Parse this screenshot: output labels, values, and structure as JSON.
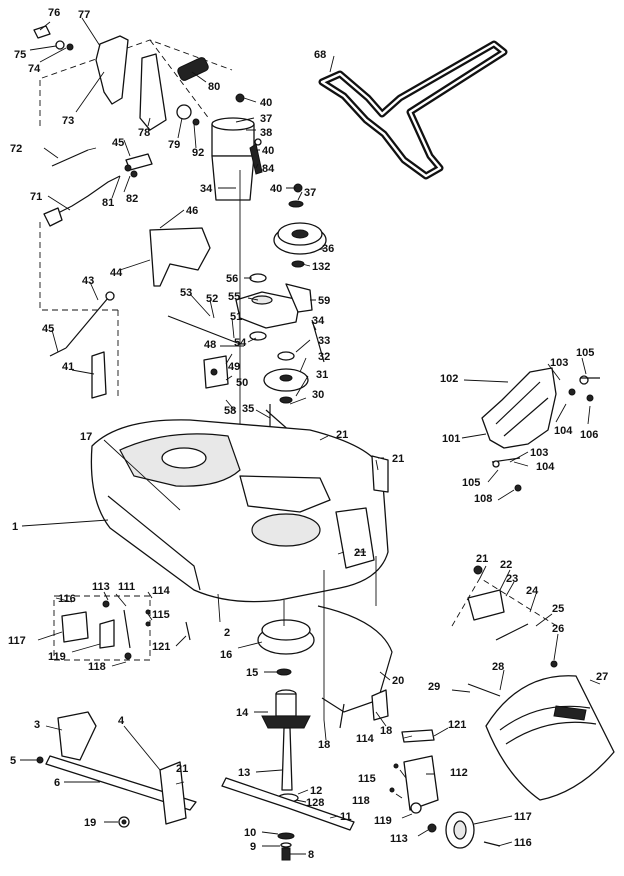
{
  "diagram": {
    "part_numbers": [
      "1",
      "2",
      "3",
      "4",
      "5",
      "6",
      "8",
      "9",
      "10",
      "11",
      "12",
      "13",
      "14",
      "15",
      "16",
      "17",
      "18",
      "19",
      "20",
      "21",
      "22",
      "23",
      "24",
      "25",
      "26",
      "27",
      "28",
      "29",
      "30",
      "31",
      "32",
      "33",
      "34",
      "35",
      "36",
      "37",
      "38",
      "40",
      "41",
      "43",
      "44",
      "45",
      "46",
      "48",
      "49",
      "50",
      "51",
      "52",
      "53",
      "54",
      "55",
      "56",
      "58",
      "59",
      "68",
      "71",
      "72",
      "73",
      "74",
      "75",
      "76",
      "77",
      "78",
      "79",
      "80",
      "81",
      "82",
      "84",
      "92",
      "101",
      "102",
      "103",
      "104",
      "105",
      "106",
      "108",
      "111",
      "112",
      "113",
      "114",
      "115",
      "116",
      "117",
      "118",
      "119",
      "121",
      "128",
      "132"
    ],
    "labels": [
      {
        "id": "76",
        "text": "76"
      },
      {
        "id": "77",
        "text": "77"
      },
      {
        "id": "75",
        "text": "75"
      },
      {
        "id": "74",
        "text": "74"
      },
      {
        "id": "73",
        "text": "73"
      },
      {
        "id": "78",
        "text": "78"
      },
      {
        "id": "79",
        "text": "79"
      },
      {
        "id": "80",
        "text": "80"
      },
      {
        "id": "92",
        "text": "92"
      },
      {
        "id": "72",
        "text": "72"
      },
      {
        "id": "45a",
        "text": "45"
      },
      {
        "id": "81",
        "text": "81"
      },
      {
        "id": "82",
        "text": "82"
      },
      {
        "id": "71",
        "text": "71"
      },
      {
        "id": "46",
        "text": "46"
      },
      {
        "id": "44",
        "text": "44"
      },
      {
        "id": "43",
        "text": "43"
      },
      {
        "id": "45b",
        "text": "45"
      },
      {
        "id": "41",
        "text": "41"
      },
      {
        "id": "40a",
        "text": "40"
      },
      {
        "id": "37a",
        "text": "37"
      },
      {
        "id": "38",
        "text": "38"
      },
      {
        "id": "40b",
        "text": "40"
      },
      {
        "id": "84",
        "text": "84"
      },
      {
        "id": "34a",
        "text": "34"
      },
      {
        "id": "40c",
        "text": "40"
      },
      {
        "id": "37b",
        "text": "37"
      },
      {
        "id": "36",
        "text": "36"
      },
      {
        "id": "132",
        "text": "132"
      },
      {
        "id": "56",
        "text": "56"
      },
      {
        "id": "55",
        "text": "55"
      },
      {
        "id": "59",
        "text": "59"
      },
      {
        "id": "53",
        "text": "53"
      },
      {
        "id": "52",
        "text": "52"
      },
      {
        "id": "51",
        "text": "51"
      },
      {
        "id": "34b",
        "text": "34"
      },
      {
        "id": "54",
        "text": "54"
      },
      {
        "id": "48",
        "text": "48"
      },
      {
        "id": "33",
        "text": "33"
      },
      {
        "id": "49",
        "text": "49"
      },
      {
        "id": "32",
        "text": "32"
      },
      {
        "id": "50",
        "text": "50"
      },
      {
        "id": "31",
        "text": "31"
      },
      {
        "id": "58",
        "text": "58"
      },
      {
        "id": "30",
        "text": "30"
      },
      {
        "id": "35",
        "text": "35"
      },
      {
        "id": "21a",
        "text": "21"
      },
      {
        "id": "21b",
        "text": "21"
      },
      {
        "id": "21c",
        "text": "21"
      },
      {
        "id": "17",
        "text": "17"
      },
      {
        "id": "1",
        "text": "1"
      },
      {
        "id": "68",
        "text": "68"
      },
      {
        "id": "102",
        "text": "102"
      },
      {
        "id": "103a",
        "text": "103"
      },
      {
        "id": "105a",
        "text": "105"
      },
      {
        "id": "101",
        "text": "101"
      },
      {
        "id": "104a",
        "text": "104"
      },
      {
        "id": "106",
        "text": "106"
      },
      {
        "id": "103b",
        "text": "103"
      },
      {
        "id": "104b",
        "text": "104"
      },
      {
        "id": "105b",
        "text": "105"
      },
      {
        "id": "108",
        "text": "108"
      },
      {
        "id": "116a",
        "text": "116"
      },
      {
        "id": "113a",
        "text": "113"
      },
      {
        "id": "111",
        "text": "111"
      },
      {
        "id": "114a",
        "text": "114"
      },
      {
        "id": "115a",
        "text": "115"
      },
      {
        "id": "117a",
        "text": "117"
      },
      {
        "id": "119a",
        "text": "119"
      },
      {
        "id": "121a",
        "text": "121"
      },
      {
        "id": "118a",
        "text": "118"
      },
      {
        "id": "2",
        "text": "2"
      },
      {
        "id": "16",
        "text": "16"
      },
      {
        "id": "15",
        "text": "15"
      },
      {
        "id": "14",
        "text": "14"
      },
      {
        "id": "13",
        "text": "13"
      },
      {
        "id": "12",
        "text": "12"
      },
      {
        "id": "128",
        "text": "128"
      },
      {
        "id": "11",
        "text": "11"
      },
      {
        "id": "10",
        "text": "10"
      },
      {
        "id": "9",
        "text": "9"
      },
      {
        "id": "8",
        "text": "8"
      },
      {
        "id": "3",
        "text": "3"
      },
      {
        "id": "4",
        "text": "4"
      },
      {
        "id": "5",
        "text": "5"
      },
      {
        "id": "6",
        "text": "6"
      },
      {
        "id": "21d",
        "text": "21"
      },
      {
        "id": "19",
        "text": "19"
      },
      {
        "id": "18a",
        "text": "18"
      },
      {
        "id": "18b",
        "text": "18"
      },
      {
        "id": "20",
        "text": "20"
      },
      {
        "id": "21e",
        "text": "21"
      },
      {
        "id": "22",
        "text": "22"
      },
      {
        "id": "23",
        "text": "23"
      },
      {
        "id": "24",
        "text": "24"
      },
      {
        "id": "25",
        "text": "25"
      },
      {
        "id": "26",
        "text": "26"
      },
      {
        "id": "27",
        "text": "27"
      },
      {
        "id": "28",
        "text": "28"
      },
      {
        "id": "29",
        "text": "29"
      },
      {
        "id": "121b",
        "text": "121"
      },
      {
        "id": "114b",
        "text": "114"
      },
      {
        "id": "112",
        "text": "112"
      },
      {
        "id": "115b",
        "text": "115"
      },
      {
        "id": "118b",
        "text": "118"
      },
      {
        "id": "119b",
        "text": "119"
      },
      {
        "id": "117b",
        "text": "117"
      },
      {
        "id": "113b",
        "text": "113"
      },
      {
        "id": "116b",
        "text": "116"
      }
    ]
  }
}
